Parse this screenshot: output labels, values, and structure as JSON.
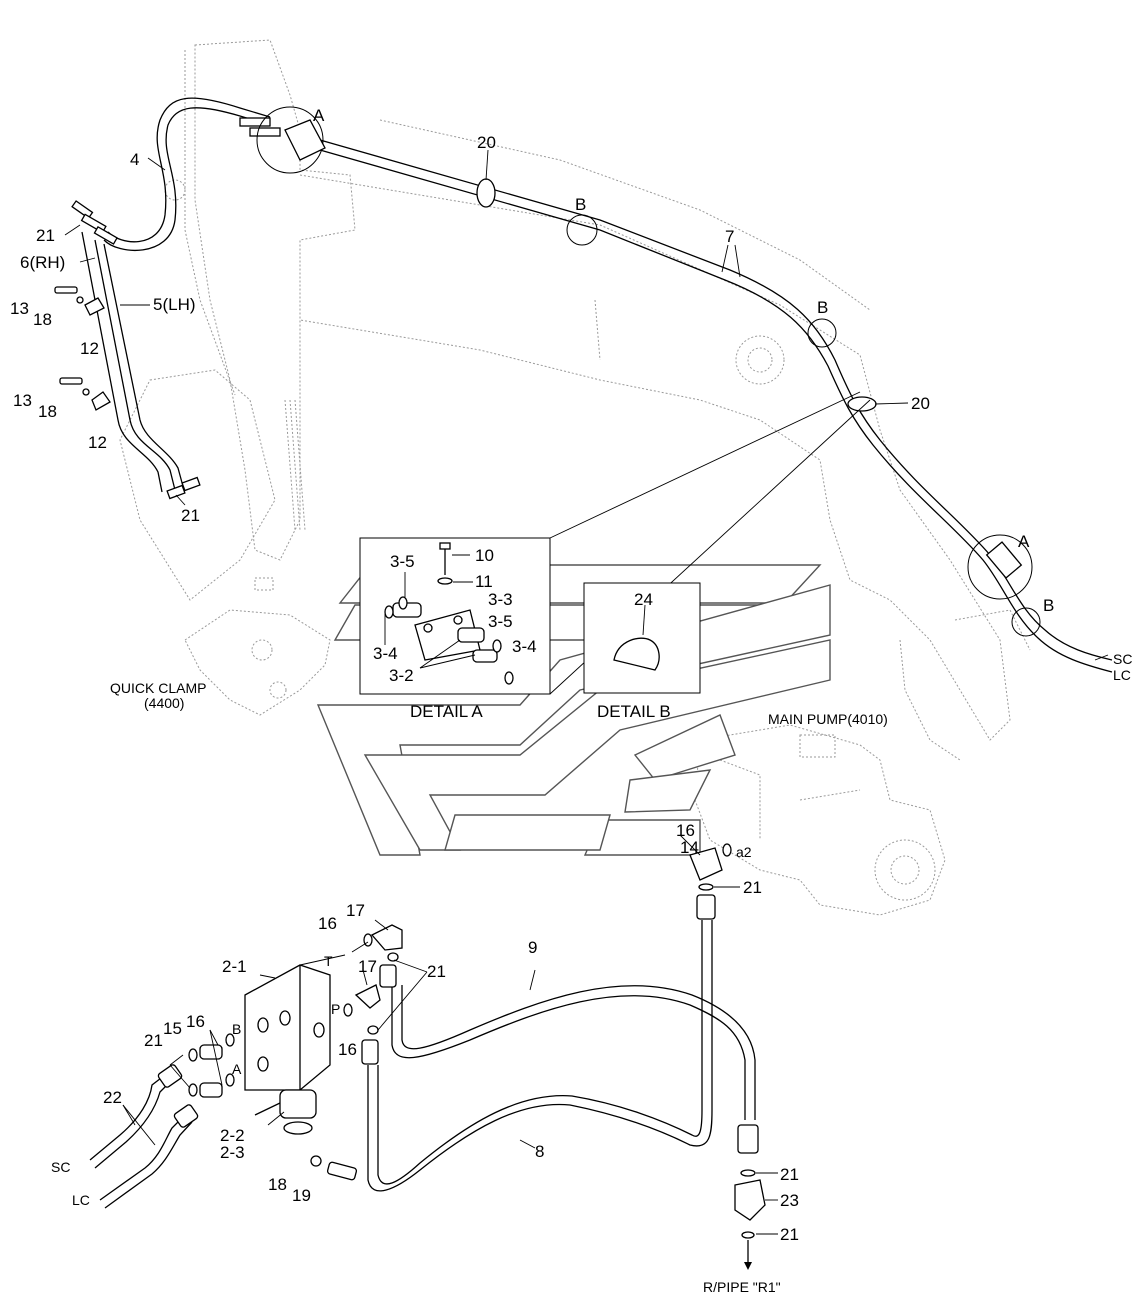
{
  "diagram": {
    "part_labels": {
      "lbl_A_top": "A",
      "lbl_4": "4",
      "lbl_20_top": "20",
      "lbl_B_top": "B",
      "lbl_7": "7",
      "lbl_B_mid": "B",
      "lbl_20_mid": "20",
      "lbl_A_right": "A",
      "lbl_B_right": "B",
      "lbl_SC_right": "SC",
      "lbl_LC_right": "LC",
      "lbl_21_a": "21",
      "lbl_6RH": "6(RH)",
      "lbl_5LH": "5(LH)",
      "lbl_13_a": "13",
      "lbl_18_a": "18",
      "lbl_12_a": "12",
      "lbl_13_b": "13",
      "lbl_18_b": "18",
      "lbl_12_b": "12",
      "lbl_21_b": "21",
      "lbl_10": "10",
      "lbl_11": "11",
      "lbl_3_5_a": "3-5",
      "lbl_3_3": "3-3",
      "lbl_3_5_b": "3-5",
      "lbl_3_4_a": "3-4",
      "lbl_3_4_b": "3-4",
      "lbl_3_2": "3-2",
      "lbl_24": "24",
      "lbl_16_pump": "16",
      "lbl_14": "14",
      "lbl_a2": "a2",
      "lbl_21_pump": "21",
      "lbl_17_a": "17",
      "lbl_16_b": "16",
      "lbl_T": "T",
      "lbl_2_1": "2-1",
      "lbl_17_b": "17",
      "lbl_21_c": "21",
      "lbl_9": "9",
      "lbl_P": "P",
      "lbl_16_c": "16",
      "lbl_B_valve": "B",
      "lbl_A_valve": "A",
      "lbl_15": "15",
      "lbl_16_d": "16",
      "lbl_21_d": "21",
      "lbl_22": "22",
      "lbl_2_2": "2-2",
      "lbl_2_3": "2-3",
      "lbl_8": "8",
      "lbl_18_c": "18",
      "lbl_19": "19",
      "lbl_SC_left": "SC",
      "lbl_LC_left": "LC",
      "lbl_21_e": "21",
      "lbl_23": "23",
      "lbl_21_f": "21"
    },
    "captions": {
      "quick_clamp_1": "QUICK CLAMP",
      "quick_clamp_2": "(4400)",
      "detail_a": "DETAIL A",
      "detail_b": "DETAIL B",
      "main_pump": "MAIN PUMP(4010)",
      "r_pipe": "R/PIPE \"R1\""
    }
  }
}
